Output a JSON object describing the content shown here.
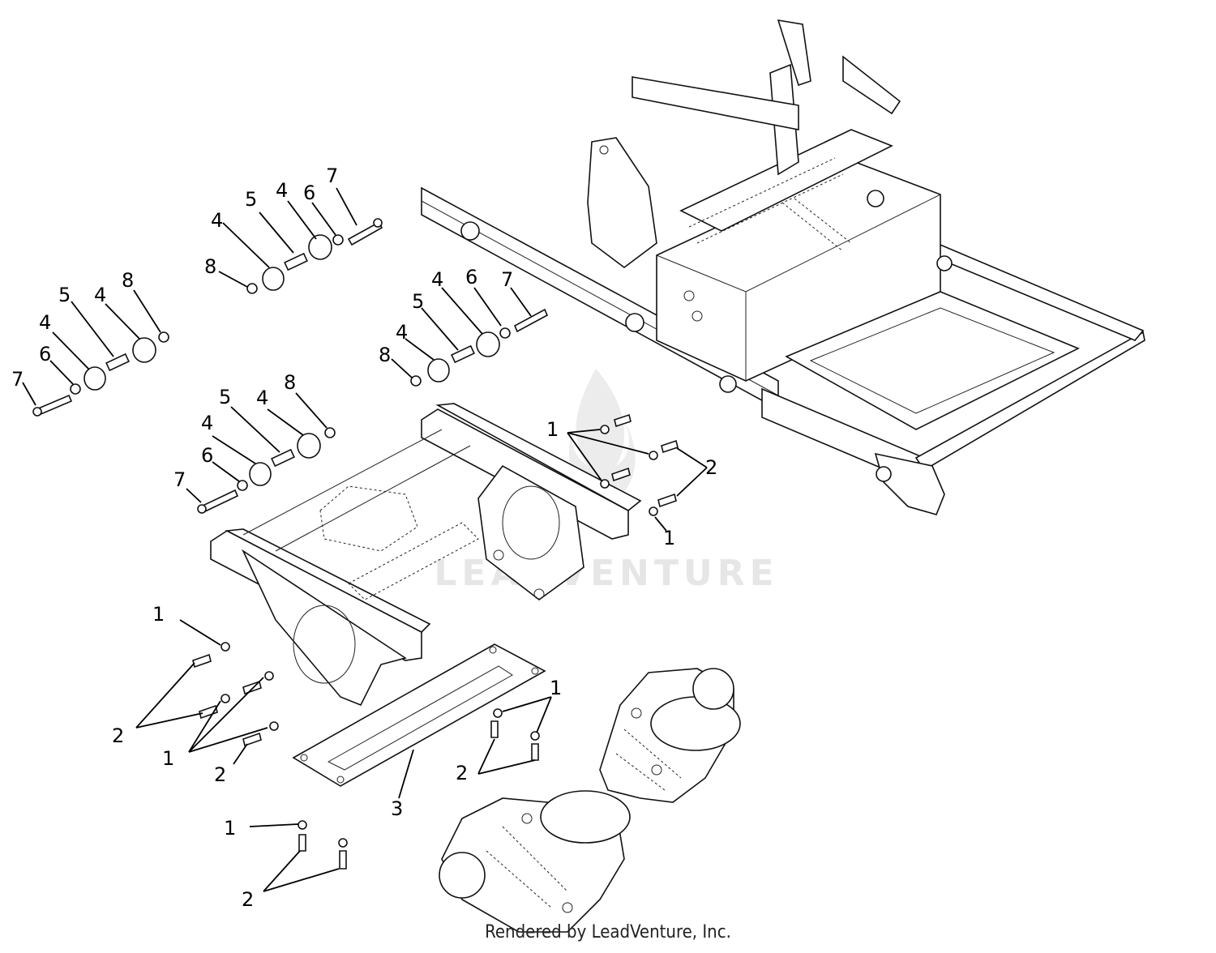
{
  "watermark": "LEADVENTURE",
  "footer": "Rendered by LeadVenture, Inc.",
  "callouts": [
    "1",
    "2",
    "3",
    "4",
    "5",
    "6",
    "7",
    "8"
  ]
}
